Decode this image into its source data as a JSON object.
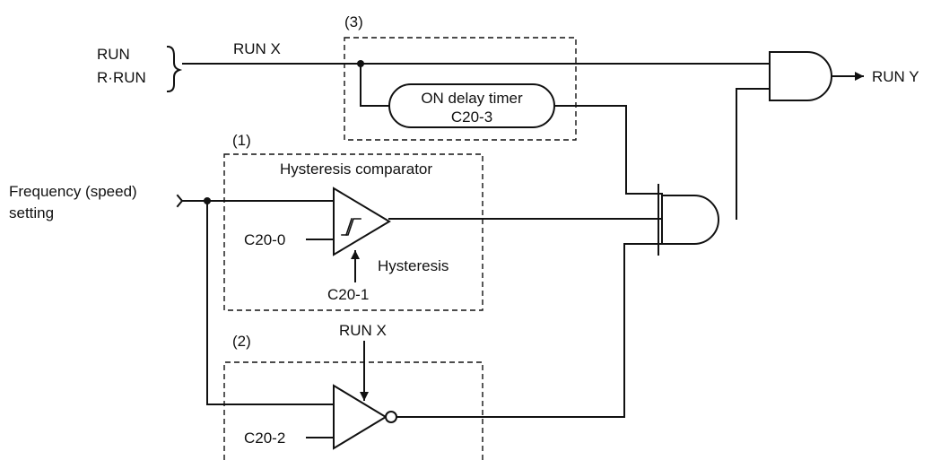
{
  "inputs": {
    "run": "RUN",
    "r_run": "R·RUN",
    "frequency_line1": "Frequency (speed)",
    "frequency_line2": "setting"
  },
  "signals": {
    "run_x_top": "RUN X",
    "run_x_bottom": "RUN X",
    "run_y": "RUN Y"
  },
  "blocks": {
    "block1": {
      "number": "(1)",
      "title": "Hysteresis comparator",
      "param_input": "C20-0",
      "param_hysteresis": "C20-1",
      "hysteresis_label": "Hysteresis"
    },
    "block2": {
      "number": "(2)",
      "param_input": "C20-2"
    },
    "block3": {
      "number": "(3)",
      "timer_line1": "ON delay timer",
      "timer_line2": "C20-3"
    }
  },
  "colors": {
    "line": "#111111",
    "background": "#ffffff"
  }
}
